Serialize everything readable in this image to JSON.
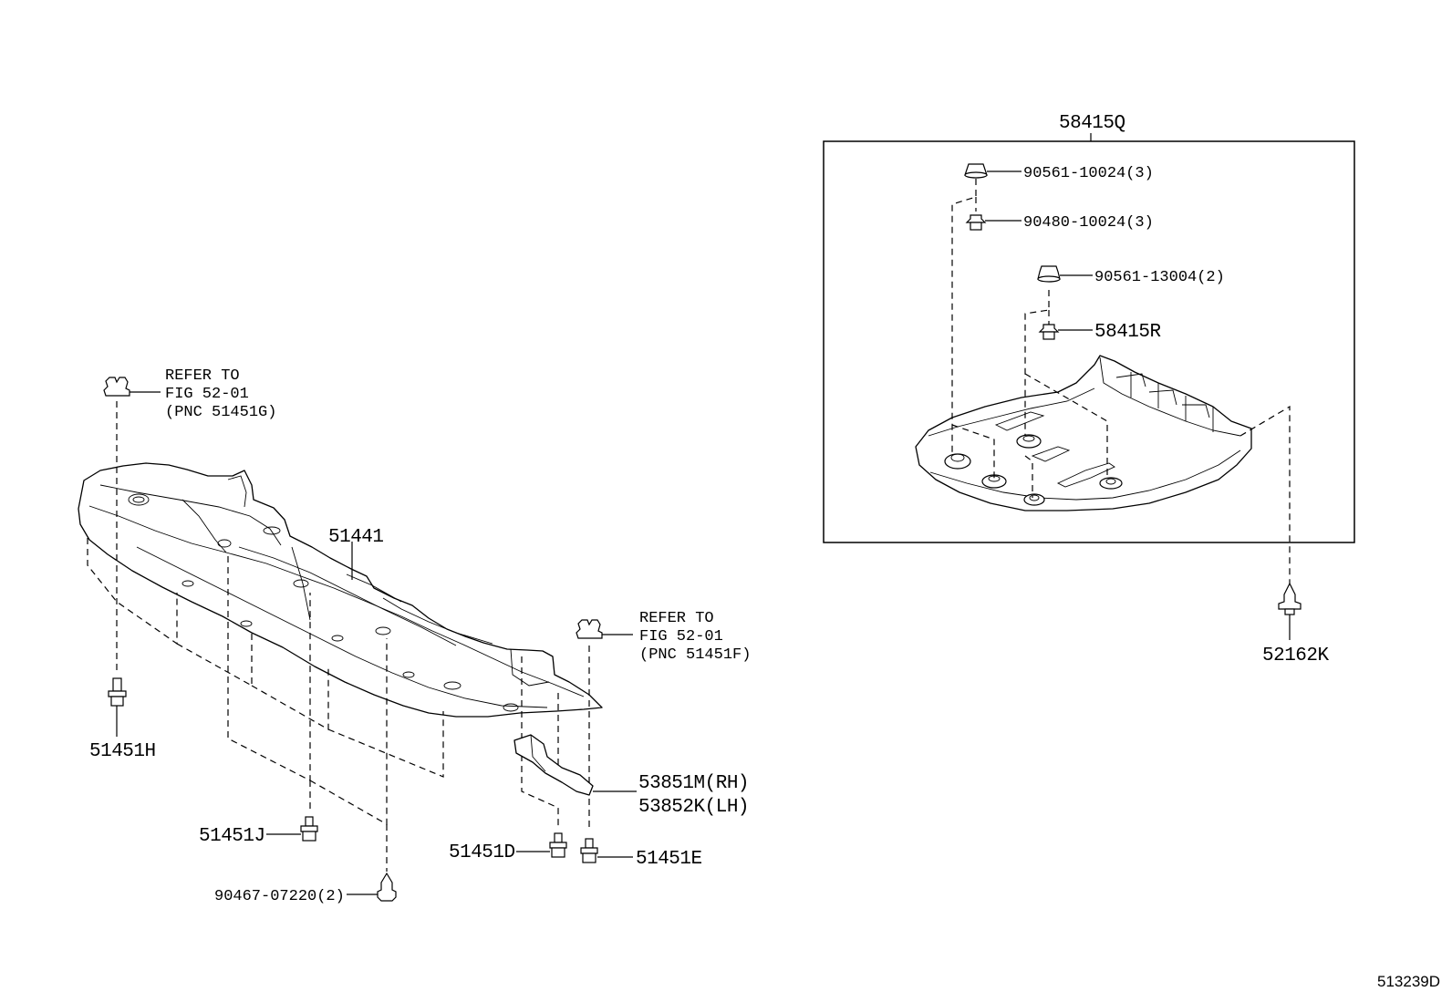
{
  "figure_id": "513239D",
  "labels": {
    "p51441": "51441",
    "p51451H": "51451H",
    "p51451J": "51451J",
    "p90467": "90467-07220(2)",
    "p51451D": "51451D",
    "p51451E": "51451E",
    "p53851M": "53851M(RH)",
    "p53852K": "53852K(LH)",
    "ref1_l1": "REFER TO",
    "ref1_l2": "FIG 52-01",
    "ref1_l3": "(PNC 51451G)",
    "ref2_l1": "REFER TO",
    "ref2_l2": "FIG 52-01",
    "ref2_l3": "(PNC 51451F)",
    "p58415Q": "58415Q",
    "p90561a": "90561-10024(3)",
    "p90480": "90480-10024(3)",
    "p90561b": "90561-13004(2)",
    "p58415R": "58415R",
    "p52162K": "52162K"
  }
}
